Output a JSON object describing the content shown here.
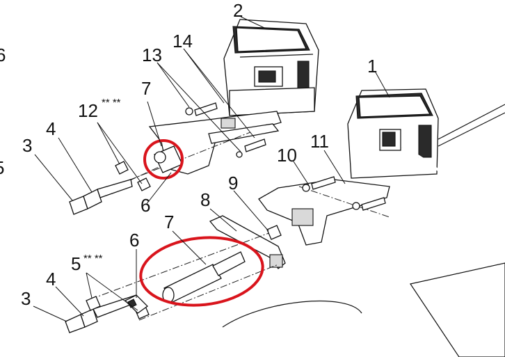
{
  "colors": {
    "line": "#111111",
    "highlight": "#d9141c",
    "background": "#ffffff"
  },
  "callouts": {
    "c1": "1",
    "c2": "2",
    "c3a": "3",
    "c3b": "3",
    "c4a": "4",
    "c4b": "4",
    "c5": "5",
    "c5_note": "** **",
    "c6a": "6",
    "c6b": "6",
    "c7a": "7",
    "c7b": "7",
    "c8": "8",
    "c9": "9",
    "c10": "10",
    "c11": "11",
    "c12": "12",
    "c12_note": "** **",
    "c13": "13",
    "c14": "14"
  },
  "edge_fragments": {
    "left_top": "6",
    "left_mid": "5"
  }
}
